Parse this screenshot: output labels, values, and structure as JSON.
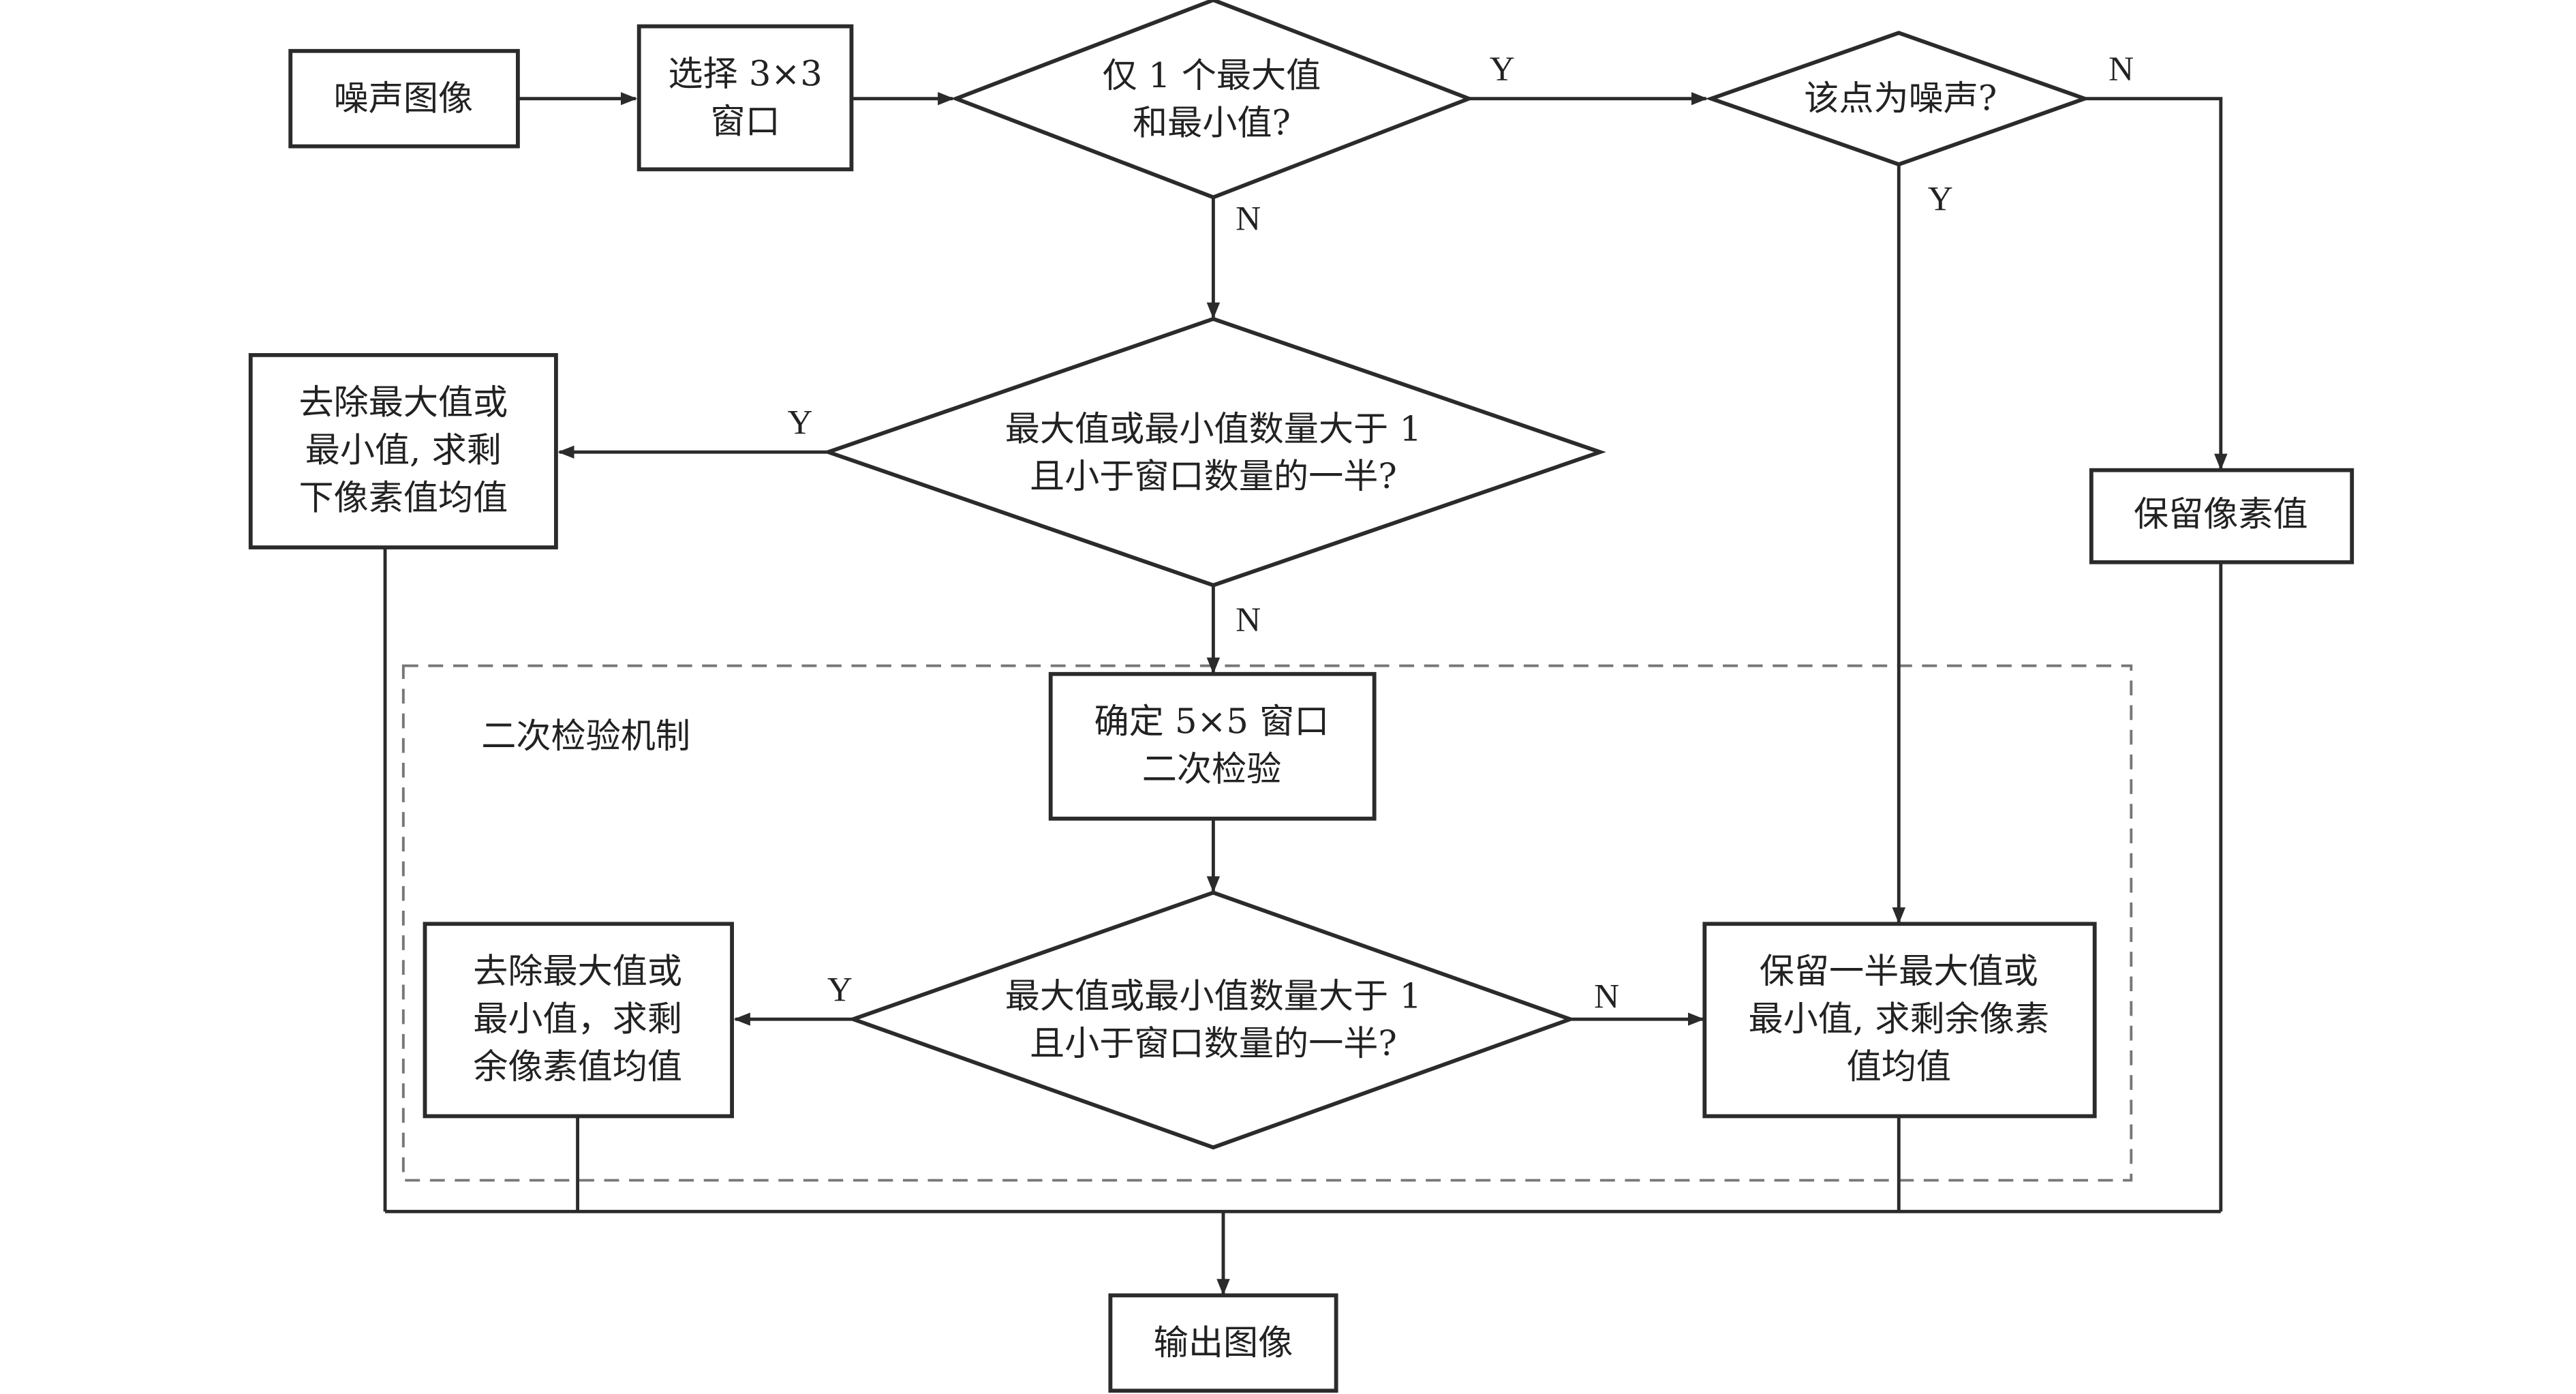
{
  "diagram": {
    "type": "flowchart",
    "nodes": {
      "noisy_image": {
        "lines": [
          "噪声图像"
        ]
      },
      "select_3x3": {
        "lines": [
          "选择 3×3",
          "窗口"
        ]
      },
      "only_one_max_min": {
        "lines": [
          "仅 1 个最大值",
          "和最小值?"
        ]
      },
      "is_noise": {
        "lines": [
          "该点为噪声?"
        ]
      },
      "keep_pixel": {
        "lines": [
          "保留像素值"
        ]
      },
      "count_check_1": {
        "lines": [
          "最大值或最小值数量大于 1",
          "且小于窗口数量的一半?"
        ]
      },
      "remove_mean_1": {
        "lines": [
          "去除最大值或",
          "最小值, 求剩",
          "下像素值均值"
        ]
      },
      "confirm_5x5": {
        "lines": [
          "确定 5×5 窗口",
          "二次检验"
        ]
      },
      "count_check_2": {
        "lines": [
          "最大值或最小值数量大于 1",
          "且小于窗口数量的一半?"
        ]
      },
      "remove_mean_2": {
        "lines": [
          "去除最大值或",
          "最小值，求剩",
          "余像素值均值"
        ]
      },
      "keep_half_mean": {
        "lines": [
          "保留一半最大值或",
          "最小值, 求剩余像素",
          "值均值"
        ]
      },
      "output_image": {
        "lines": [
          "输出图像"
        ]
      }
    },
    "group_label": "二次检验机制",
    "edge_labels": {
      "only_one_yes": "Y",
      "only_one_no": "N",
      "is_noise_no": "N",
      "is_noise_yes": "Y",
      "check1_yes": "Y",
      "check1_no": "N",
      "check2_yes": "Y",
      "check2_no": "N"
    },
    "edges": [
      {
        "from": "noisy_image",
        "to": "select_3x3"
      },
      {
        "from": "select_3x3",
        "to": "only_one_max_min"
      },
      {
        "from": "only_one_max_min",
        "to": "is_noise",
        "label": "Y"
      },
      {
        "from": "only_one_max_min",
        "to": "count_check_1",
        "label": "N"
      },
      {
        "from": "is_noise",
        "to": "keep_pixel",
        "label": "N"
      },
      {
        "from": "is_noise",
        "to": "keep_half_mean",
        "label": "Y"
      },
      {
        "from": "count_check_1",
        "to": "remove_mean_1",
        "label": "Y"
      },
      {
        "from": "count_check_1",
        "to": "confirm_5x5",
        "label": "N"
      },
      {
        "from": "confirm_5x5",
        "to": "count_check_2"
      },
      {
        "from": "count_check_2",
        "to": "remove_mean_2",
        "label": "Y"
      },
      {
        "from": "count_check_2",
        "to": "keep_half_mean",
        "label": "N"
      },
      {
        "from": "remove_mean_1",
        "to": "output_image"
      },
      {
        "from": "remove_mean_2",
        "to": "output_image"
      },
      {
        "from": "keep_half_mean",
        "to": "output_image"
      },
      {
        "from": "keep_pixel",
        "to": "output_image"
      }
    ]
  }
}
